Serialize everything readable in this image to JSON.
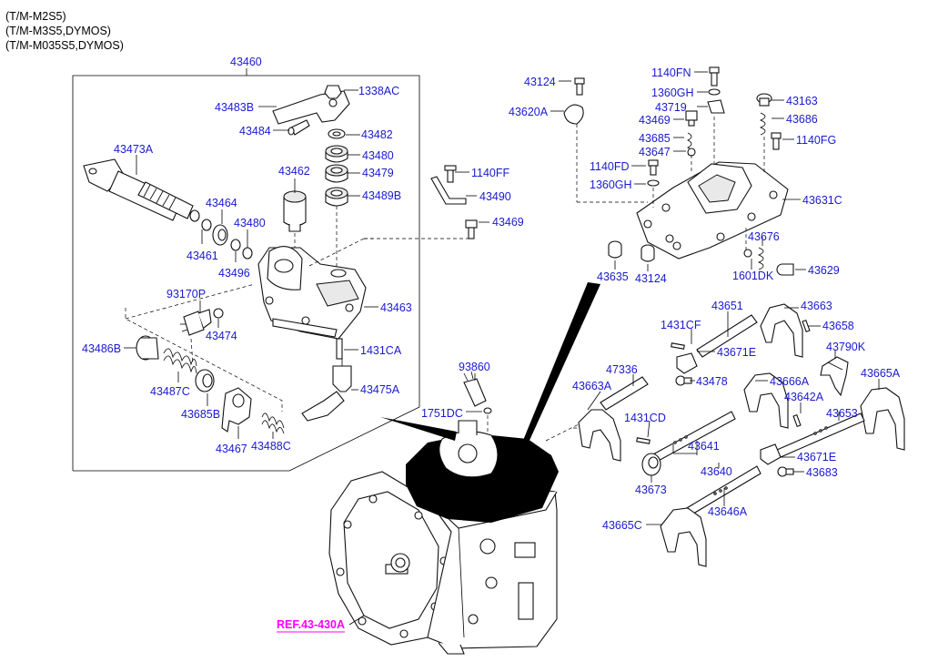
{
  "header": {
    "model_lines": [
      "(T/M-M2S5)",
      "(T/M-M3S5,DYMOS)",
      "(T/M-M035S5,DYMOS)"
    ]
  },
  "reference": "REF.43-430A",
  "callouts": {
    "c43460": "43460",
    "c1338AC": "1338AC",
    "c43483B": "43483B",
    "c43484": "43484",
    "c43482": "43482",
    "c43480a": "43480",
    "c43473A": "43473A",
    "c43479": "43479",
    "c43462": "43462",
    "c43489B": "43489B",
    "c43464": "43464",
    "c43480b": "43480",
    "c43461": "43461",
    "c43496": "43496",
    "c93170P": "93170P",
    "c43474": "43474",
    "c43463": "43463",
    "c43486B": "43486B",
    "c1431CA": "1431CA",
    "c43487C": "43487C",
    "c43475A": "43475A",
    "c43685B": "43685B",
    "c43467": "43467",
    "c43488C": "43488C",
    "c1140FF": "1140FF",
    "c43490": "43490",
    "c43469a": "43469",
    "c43124a": "43124",
    "c43620A": "43620A",
    "c1140FN": "1140FN",
    "c1360GH_a": "1360GH",
    "c43719": "43719",
    "c43469b": "43469",
    "c43685": "43685",
    "c43647": "43647",
    "c1140FD": "1140FD",
    "c1360GH_b": "1360GH",
    "c43163": "43163",
    "c43686": "43686",
    "c1140FG": "1140FG",
    "c43631C": "43631C",
    "c43676": "43676",
    "c1601DK": "1601DK",
    "c43629": "43629",
    "c43635": "43635",
    "c43124b": "43124",
    "c43651": "43651",
    "c43663a": "43663",
    "c1431CF": "1431CF",
    "c43658": "43658",
    "c43671E_a": "43671E",
    "c43790K": "43790K",
    "c93860": "93860",
    "c47336": "47336",
    "c43478": "43478",
    "c43663A": "43663A",
    "c43666A": "43666A",
    "c43665A": "43665A",
    "c43642A": "43642A",
    "c1751DC": "1751DC",
    "c1431CD": "1431CD",
    "c43653": "43653",
    "c43641": "43641",
    "c43671E_b": "43671E",
    "c43640": "43640",
    "c43683": "43683",
    "c43673": "43673",
    "c43646A": "43646A",
    "c43665C": "43665C"
  }
}
